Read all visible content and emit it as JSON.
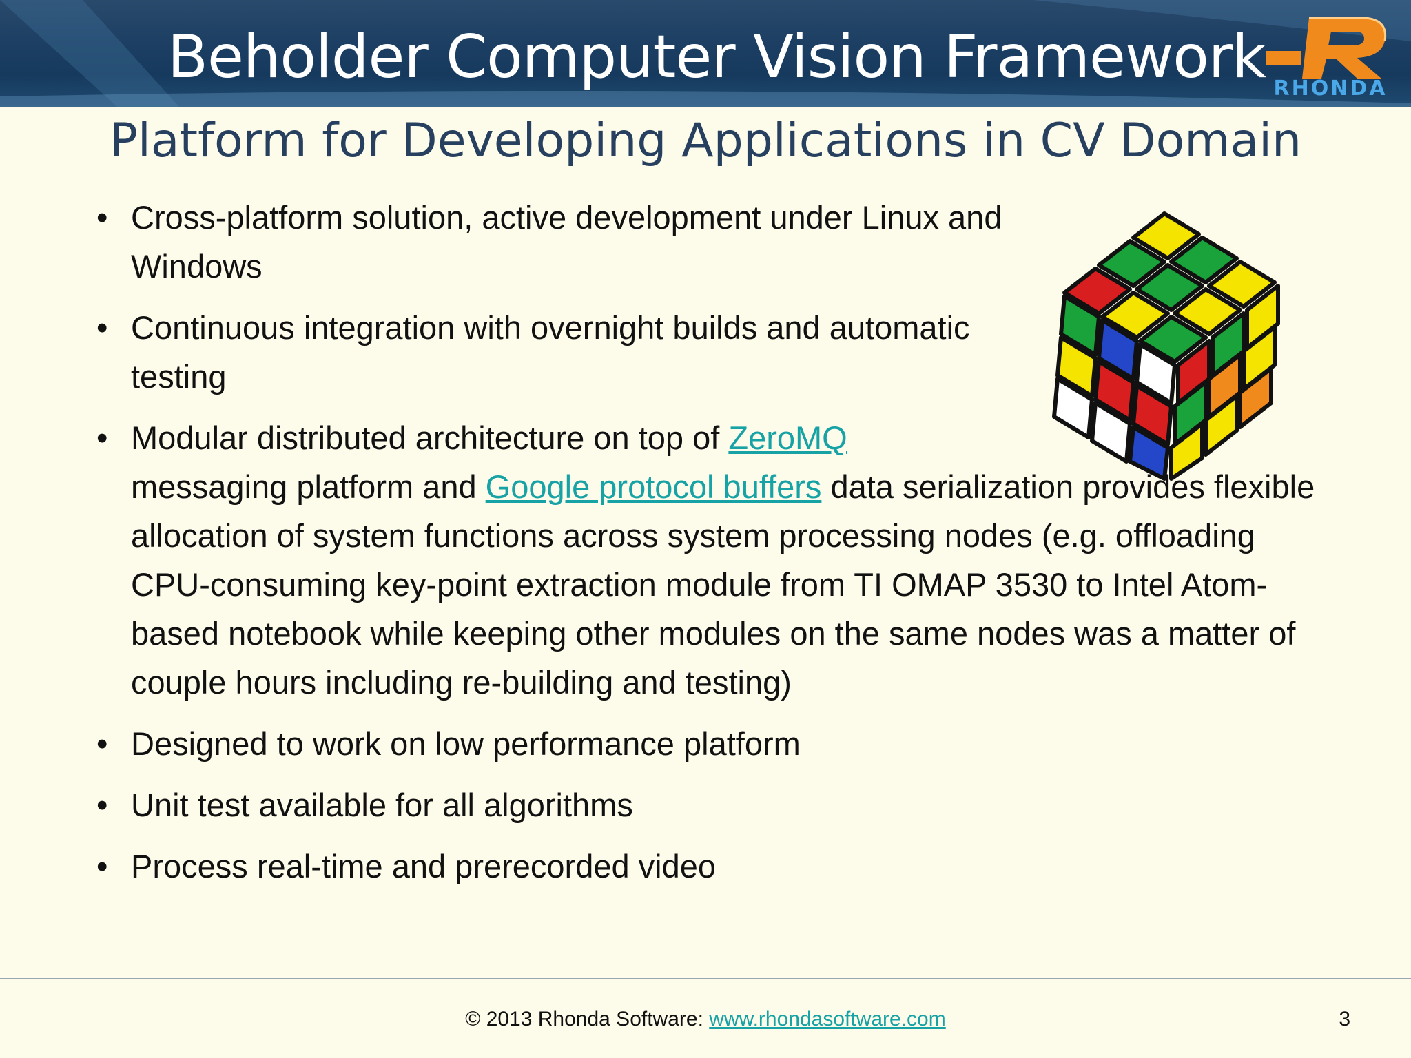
{
  "header": {
    "title": "Beholder Computer Vision Framework",
    "logo_text": "RHONDA",
    "colors": {
      "band": "#1c3f63",
      "logo_orange": "#f08a1c",
      "logo_text": "#4aa8e8"
    }
  },
  "subtitle": "Platform for Developing Applications in CV Domain",
  "bullets": {
    "b1": {
      "text": "Cross-platform solution, active development under Linux and Windows"
    },
    "b2": {
      "text": "Continuous integration with overnight builds and automatic testing"
    },
    "b3": {
      "pre": "Modular distributed architecture on top of ",
      "link1": "ZeroMQ",
      "mid": " messaging platform and ",
      "link2": "Google protocol buffers",
      "post": " data serialization provides flexible allocation of system functions across system processing nodes (e.g. offloading CPU-consuming  key-point extraction module from TI OMAP 3530 to Intel Atom-based notebook while keeping other modules on the same nodes was a matter of couple hours including re-building and testing)"
    },
    "b4": {
      "text": "Designed to work on low performance platform"
    },
    "b5": {
      "text": "Unit test available for all algorithms"
    },
    "b6": {
      "text": "Process real-time and prerecorded video"
    },
    "marker": "•"
  },
  "image": {
    "icon": "rubiks-cube-icon"
  },
  "footer": {
    "copyright": "© 2013 Rhonda Software: ",
    "link": "www.rhondasoftware.com",
    "page": "3",
    "link_color": "#17a2a5"
  }
}
